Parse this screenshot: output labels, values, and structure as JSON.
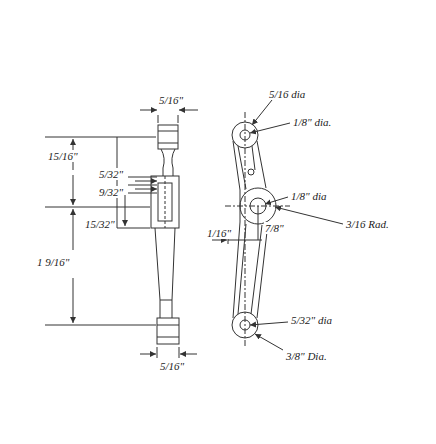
{
  "diagram": {
    "labels": [
      "5/16\"",
      "15/16\"",
      "5/32\"",
      "9/32\"",
      "15/32\"",
      "1 9/16\"",
      "5/16\"",
      "5/16 dia",
      "1/8\" dia.",
      "1/8\" dia",
      "3/16 Rad.",
      "7/8\"",
      "1/16\"",
      "5/32\" dia",
      "3/8\" Dia."
    ]
  }
}
